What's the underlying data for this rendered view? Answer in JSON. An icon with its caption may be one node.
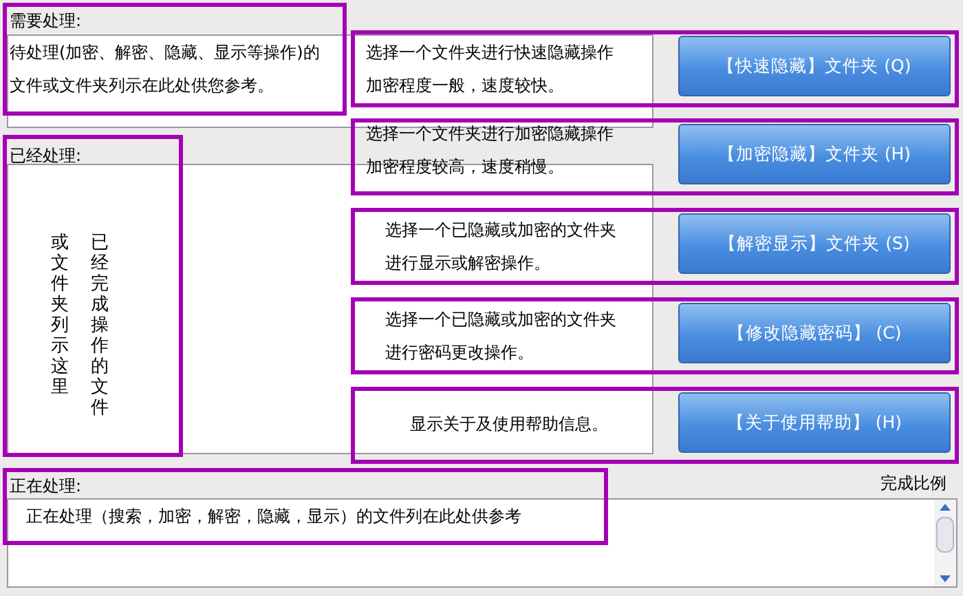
{
  "diagram": {
    "nodes": [
      {
        "text": [
          "需要处理:",
          "待处理(加密、解密、隐藏、显示等操作)的文件或文件夹列示在此处供您参考。"
        ]
      },
      {
        "text": [
          "已经处理:",
          "已经完成操作的文件或文件夹列示这里"
        ]
      },
      {
        "text": [
          "选择一个文件夹进行快速隐藏操作加密程度一般，速度较快。"
        ]
      },
      {
        "text": [
          "【快速隐藏】文件夹 (Q)"
        ],
        "in": 2
      },
      {
        "text": [
          "选择一个文件夹进行加密隐藏操作加密程度较高，速度稍慢。"
        ]
      },
      {
        "text": [
          "【加密隐藏】文件夹 (H)"
        ],
        "in": 4
      },
      {
        "text": [
          "选择一个已隐藏或加密的文件夹进行显示或解密操作。"
        ]
      },
      {
        "text": [
          "【解密显示】文件夹 (S)"
        ],
        "in": 6
      },
      {
        "text": [
          "选择一个已隐藏或加密的文件夹进行密码更改操作。"
        ]
      },
      {
        "text": [
          "【修改隐藏密码】 (C)"
        ],
        "in": 8
      },
      {
        "text": [
          "显示关于及使用帮助信息。"
        ]
      },
      {
        "text": [
          "【关于使用帮助】 (H)"
        ],
        "in": 10
      },
      {
        "text": [
          "正在处理:",
          "正在处理（搜索，加密，解密，隐藏，显示）的文件列在此处供参考"
        ]
      }
    ],
    "labels": [
      "完成比例"
    ]
  }
}
